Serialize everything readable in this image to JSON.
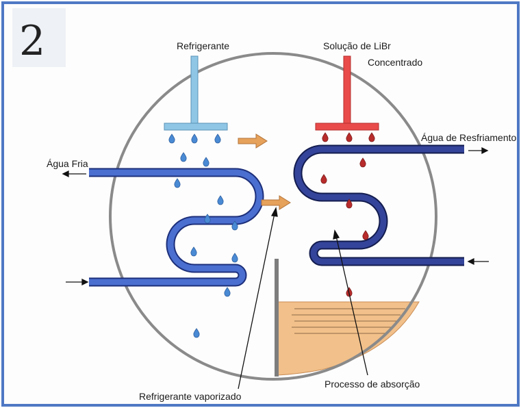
{
  "figure_number": "2",
  "labels": {
    "refrigerant": "Refrigerante",
    "libr_solution_line1": "Solução de LiBr",
    "libr_solution_line2": "Concentrado",
    "cold_water": "Água Fria",
    "cooling_water": "Água de Resfriamento",
    "vaporized_refrigerant": "Refrigerante vaporizado",
    "absorption_process": "Processo de absorção"
  },
  "colors": {
    "frame": "#4f78c4",
    "vessel": "#8a8a8a",
    "refrigerant": "#8fc6e6",
    "libr": "#e94b4b",
    "cold_water_coil": "#3f63c7",
    "cooling_water_coil": "#2e3f8e",
    "vapor_arrow": "#e6a15a",
    "solution_pool": "#f2c08a",
    "droplet_blue": "#4a8ad4",
    "droplet_red": "#b82c2c"
  }
}
